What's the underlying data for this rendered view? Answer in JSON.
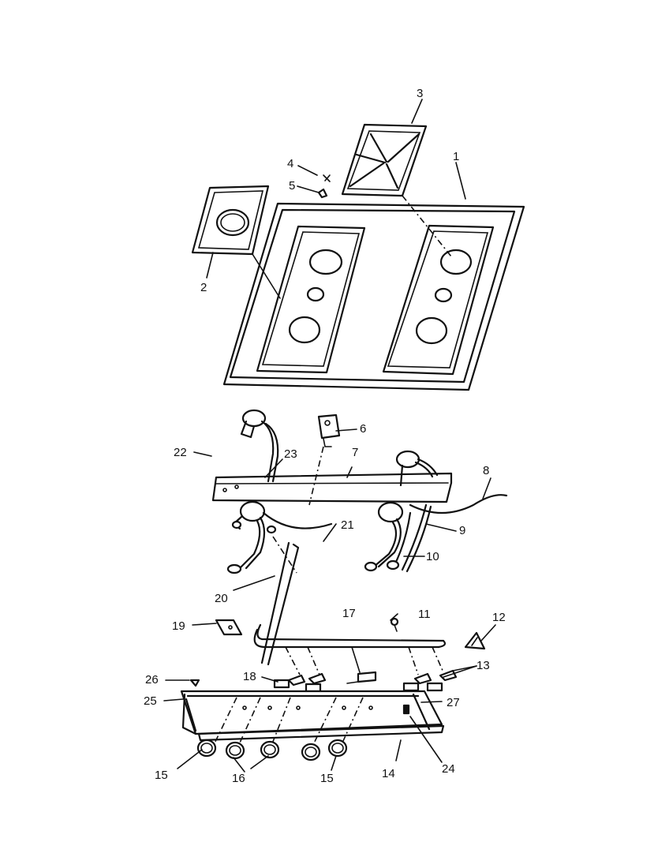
{
  "callouts": {
    "c1": "1",
    "c2": "2",
    "c3": "3",
    "c4": "4",
    "c5": "5",
    "c6": "6",
    "c7": "7",
    "c8": "8",
    "c9": "9",
    "c10": "10",
    "c11": "11",
    "c12": "12",
    "c13": "13",
    "c14": "14",
    "c15a": "15",
    "c15b": "15",
    "c16": "16",
    "c17": "17",
    "c18": "18",
    "c19": "19",
    "c20": "20",
    "c21": "21",
    "c22": "22",
    "c23": "23",
    "c24": "24",
    "c25": "25",
    "c26": "26",
    "c27": "27"
  }
}
